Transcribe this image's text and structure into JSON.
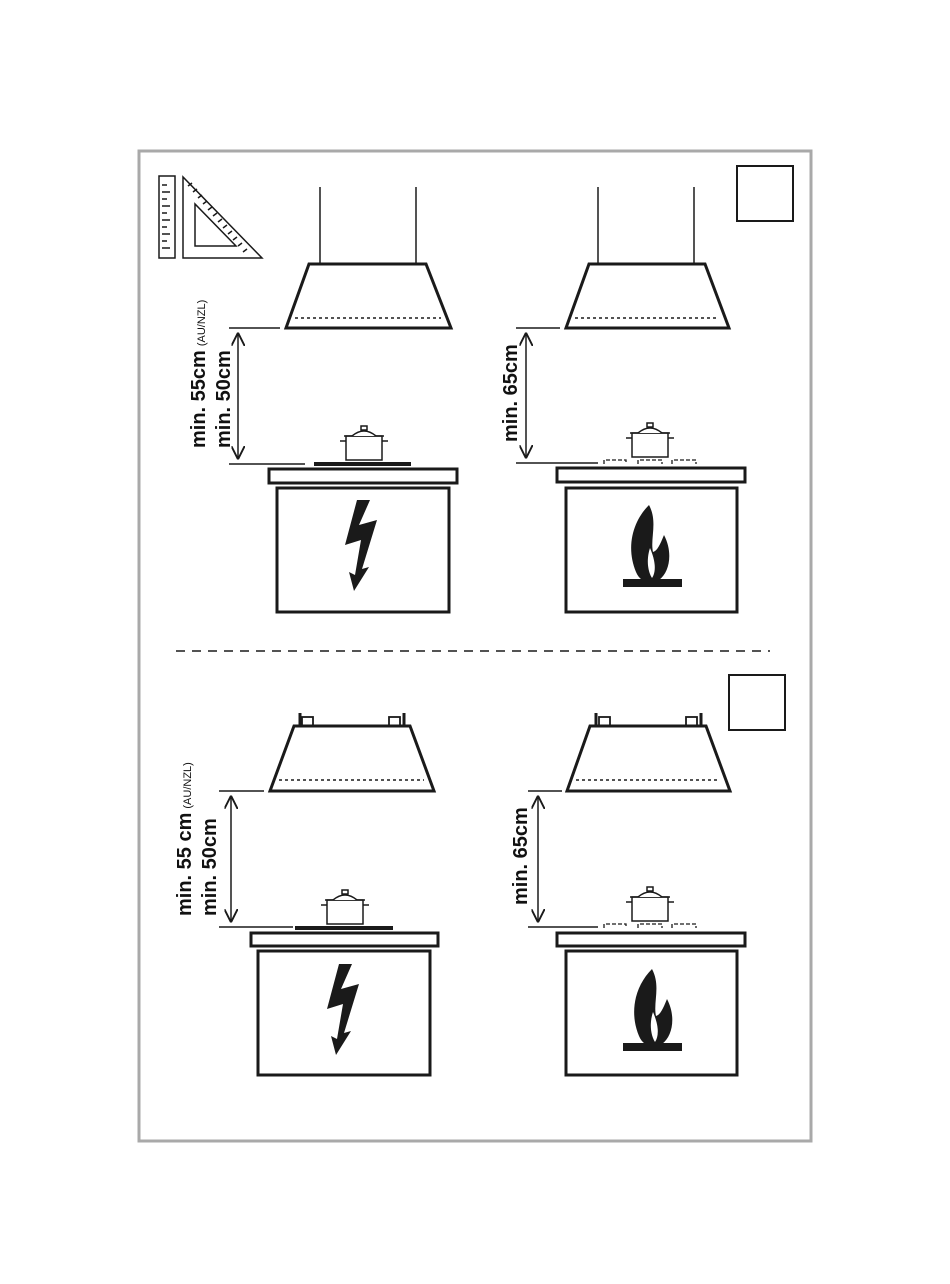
{
  "panels": {
    "top": {
      "electric": {
        "label_main": "min. 55cm",
        "label_note": "(AU/NZL)",
        "label_second": "min. 50cm"
      },
      "gas": {
        "label": "min. 65cm"
      }
    },
    "bottom": {
      "electric": {
        "label_main": "min. 55 cm",
        "label_note": "(AU/NZL)",
        "label_second": "min. 50cm"
      },
      "gas": {
        "label": "min. 65cm"
      }
    }
  },
  "icons": {
    "tools": "ruler-and-set-square-icon",
    "electric": "lightning-bolt-icon",
    "gas": "gas-flame-icon",
    "pot": "cooking-pot-icon"
  },
  "colors": {
    "frame": "#a9a9a9",
    "ink": "#1a1a1a"
  }
}
